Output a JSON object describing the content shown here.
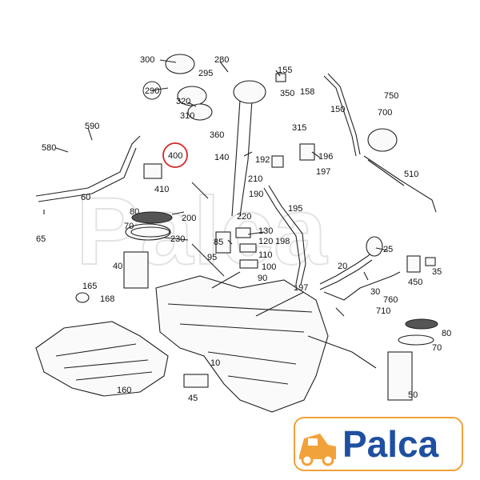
{
  "callouts": [
    "300",
    "280",
    "155",
    "290",
    "295",
    "350",
    "158",
    "320",
    "750",
    "700",
    "590",
    "310",
    "150",
    "315",
    "580",
    "360",
    "196",
    "140",
    "192",
    "400",
    "197",
    "510",
    "210",
    "60",
    "410",
    "190",
    "195",
    "220",
    "200",
    "80",
    "70",
    "230",
    "85",
    "130",
    "120",
    "198",
    "65",
    "25",
    "110",
    "95",
    "100",
    "40",
    "20",
    "35",
    "90",
    "450",
    "165",
    "197",
    "168",
    "30",
    "760",
    "710",
    "80",
    "70",
    "10",
    "160",
    "45",
    "50"
  ],
  "highlighted_callout": "400",
  "watermark": "Palca",
  "logo": {
    "text": "Palca",
    "color": "#1f4fa0",
    "accent": "#f2a23a"
  }
}
